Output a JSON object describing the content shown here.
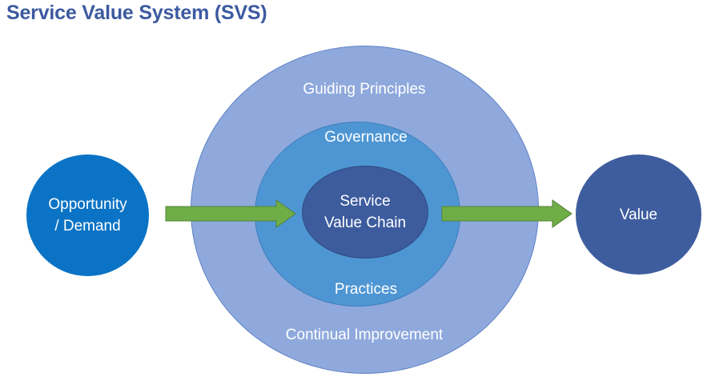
{
  "title": "Service Value System (SVS)",
  "diagram": {
    "outer_ring": {
      "top_label": "Guiding Principles",
      "bottom_label": "Continual Improvement"
    },
    "middle_ring": {
      "top_label": "Governance",
      "bottom_label": "Practices"
    },
    "core": {
      "label_line1": "Service",
      "label_line2": "Value Chain"
    },
    "input_node": {
      "label_line1": "Opportunity",
      "label_line2": "/ Demand"
    },
    "output_node": {
      "label": "Value"
    },
    "arrows": [
      {
        "name": "input-to-core-arrow"
      },
      {
        "name": "core-to-output-arrow"
      }
    ]
  },
  "colors": {
    "title": "#3C5AA0",
    "outer_ring_fill": "#8FA9DC",
    "outer_ring_stroke": "#5F82C6",
    "middle_ring_fill": "#4E96D3",
    "middle_ring_stroke": "#3F7EBD",
    "core_fill": "#3D5C9E",
    "core_stroke": "#2F4B80",
    "input_node_fill": "#0A73C5",
    "input_node_stroke": "#0A73C5",
    "output_node_fill": "#3E5D9E",
    "output_node_stroke": "#3E5D9E",
    "arrow_fill": "#6FAD47",
    "arrow_stroke": "#55823B",
    "label_text": "#FFFFFF"
  }
}
